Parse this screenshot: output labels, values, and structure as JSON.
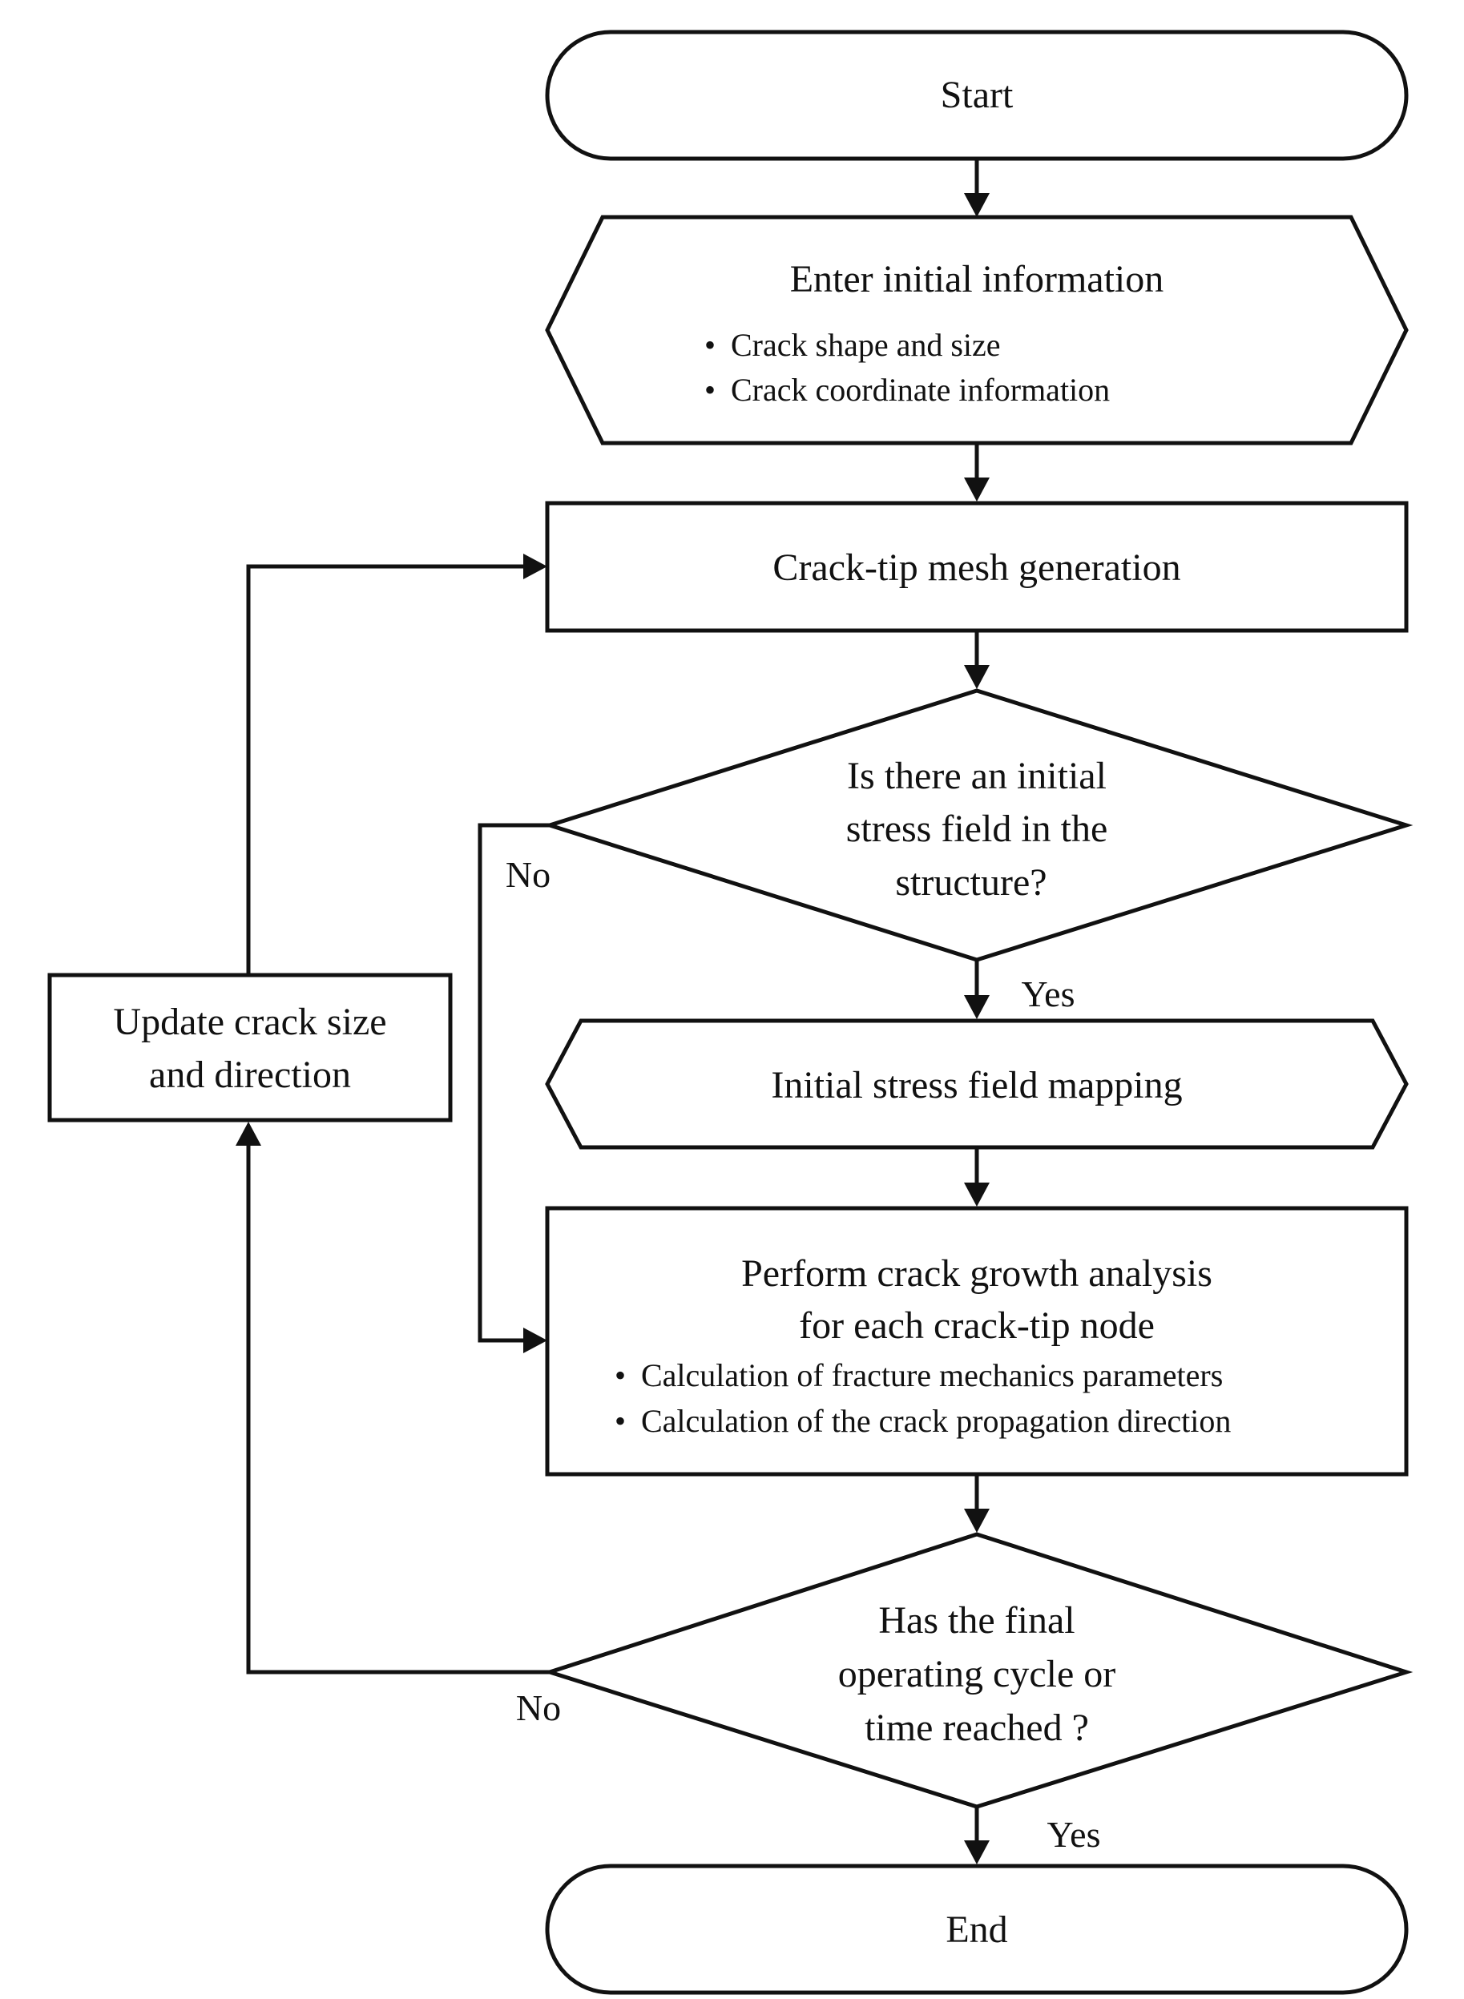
{
  "nodes": {
    "start": {
      "label": "Start"
    },
    "enter_info": {
      "title": "Enter initial information",
      "bullets": [
        "Crack shape and size",
        "Crack coordinate information"
      ]
    },
    "mesh": {
      "label": "Crack-tip mesh generation"
    },
    "decision_stress": {
      "lines": [
        "Is there an initial",
        "stress field in the",
        "structure?"
      ]
    },
    "mapping": {
      "label": "Initial stress field mapping"
    },
    "analysis": {
      "lines": [
        "Perform crack growth analysis",
        "for each crack-tip node"
      ],
      "bullets": [
        "Calculation of fracture mechanics parameters",
        "Calculation of the crack propagation direction"
      ]
    },
    "decision_final": {
      "lines": [
        "Has the final",
        "operating cycle or",
        "time reached ?"
      ]
    },
    "end": {
      "label": "End"
    },
    "update": {
      "lines": [
        "Update crack size",
        "and direction"
      ]
    }
  },
  "edge_labels": {
    "stress_no": "No",
    "stress_yes": "Yes",
    "final_no": "No",
    "final_yes": "Yes"
  },
  "bullet_glyph": "•"
}
